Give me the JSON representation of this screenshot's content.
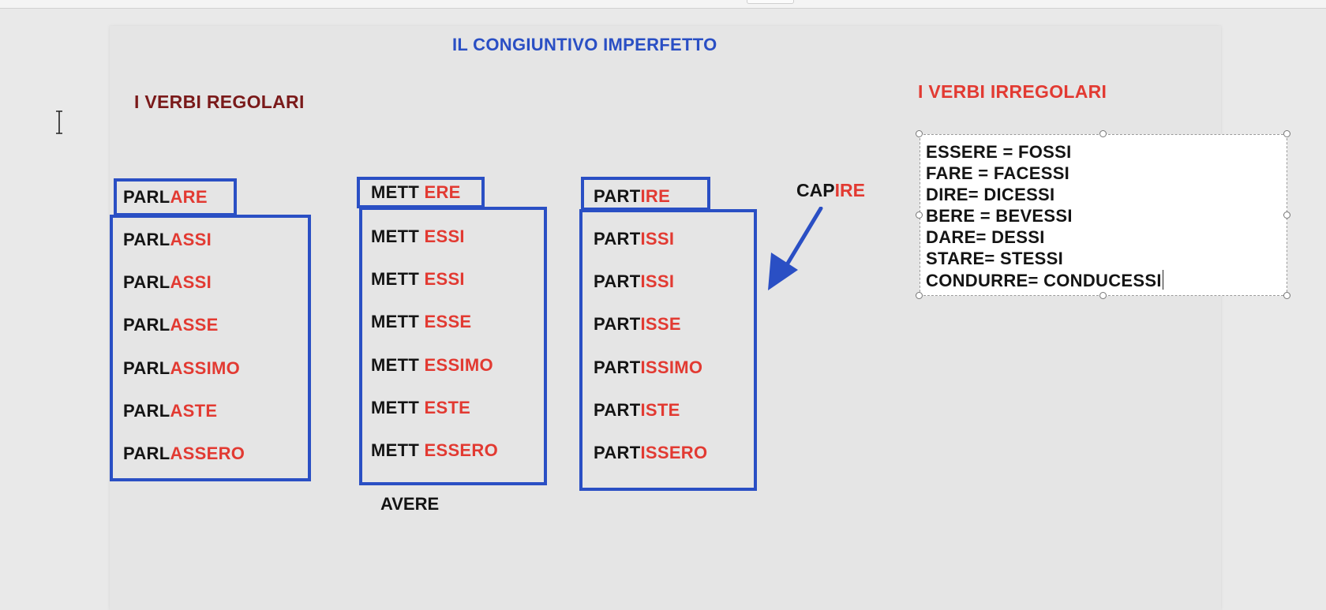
{
  "slide": {
    "title": "IL CONGIUNTIVO IMPERFETTO",
    "regular_heading": "I VERBI REGOLARI",
    "irregular_heading": "I VERBI IRREGOLARI"
  },
  "columns": [
    {
      "header": {
        "stem": "PARL",
        "ending": "ARE"
      },
      "rows": [
        {
          "stem": "PARL",
          "ending": "ASSI"
        },
        {
          "stem": "PARL",
          "ending": "ASSI"
        },
        {
          "stem": "PARL",
          "ending": "ASSE"
        },
        {
          "stem": "PARL",
          "ending": "ASSIMO"
        },
        {
          "stem": "PARL",
          "ending": "ASTE"
        },
        {
          "stem": "PARL",
          "ending": "ASSERO"
        }
      ]
    },
    {
      "header": {
        "stem": "METT ",
        "ending": "ERE"
      },
      "rows": [
        {
          "stem": "METT ",
          "ending": "ESSI"
        },
        {
          "stem": "METT ",
          "ending": "ESSI"
        },
        {
          "stem": "METT ",
          "ending": "ESSE"
        },
        {
          "stem": "METT ",
          "ending": "ESSIMO"
        },
        {
          "stem": "METT ",
          "ending": "ESTE"
        },
        {
          "stem": "METT ",
          "ending": "ESSERO"
        }
      ]
    },
    {
      "header": {
        "stem": "PART",
        "ending": "IRE"
      },
      "rows": [
        {
          "stem": "PART",
          "ending": "ISSI"
        },
        {
          "stem": "PART",
          "ending": "ISSI"
        },
        {
          "stem": "PART",
          "ending": "ISSE"
        },
        {
          "stem": "PART",
          "ending": "ISSIMO"
        },
        {
          "stem": "PART",
          "ending": "ISTE"
        },
        {
          "stem": "PART",
          "ending": "ISSERO"
        }
      ]
    }
  ],
  "avere_label": "AVERE",
  "capire": {
    "stem": "CAP",
    "ending": "IRE"
  },
  "irregular_verbs": [
    "ESSERE = FOSSI",
    "FARE = FACESSI",
    "DIRE= DICESSI",
    "BERE = BEVESSI",
    "DARE= DESSI",
    "STARE= STESSI",
    "CONDURRE= CONDUCESSI"
  ],
  "colors": {
    "accent_blue": "#2a4fc4",
    "ending_red": "#e23a32",
    "heading_dark_red": "#7a1a1a",
    "text_dark": "#141414"
  },
  "icons": {
    "cursor": "i-beam-cursor-icon",
    "arrow": "arrow-down-left-icon"
  }
}
